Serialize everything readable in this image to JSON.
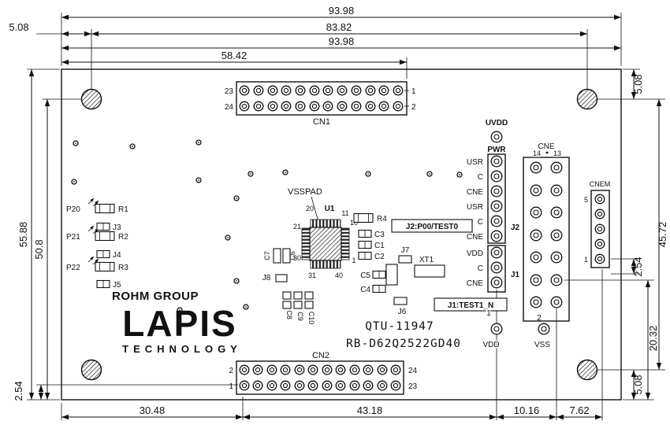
{
  "dims": {
    "top_width_a": "93.98",
    "top_left_offset": "5.08",
    "top_hole_span": "83.82",
    "top_width_b": "93.98",
    "top_cn1_span": "58.42",
    "left_height": "55.88",
    "left_hole_span": "50.8",
    "left_pitch": "2.54",
    "right_top_offset": "5.08",
    "right_hole_span": "45.72",
    "right_pitch": "2.54",
    "right_lower_span": "20.32",
    "right_bottom_offset": "5.08",
    "bottom_span_1": "30.48",
    "bottom_span_2": "43.18",
    "bottom_span_3": "10.16",
    "bottom_span_4": "7.62"
  },
  "cn1": {
    "label": "CN1",
    "pin_tl": "23",
    "pin_bl": "24",
    "pin_tr": "1",
    "pin_br": "2"
  },
  "cn2": {
    "label": "CN2",
    "pin_tl": "2",
    "pin_bl": "1",
    "pin_tr": "24",
    "pin_br": "23"
  },
  "cne": {
    "label": "CNE",
    "pin_left": "14",
    "pin_right": "13"
  },
  "cnem": {
    "label": "CNEM",
    "pin_top": "5",
    "pin_bottom": "1"
  },
  "u1": {
    "ref": "U1",
    "pad_label": "VSSPAD",
    "pin20": "20",
    "pin21": "21",
    "pin11": "11",
    "pin10": "10",
    "pin30": "30",
    "pin31": "31",
    "pin40": "40",
    "pin1": "1"
  },
  "j2": {
    "ref": "J2",
    "note": "J2:P00/TEST0",
    "pins": [
      "USR",
      "C",
      "CNE",
      "USR",
      "C",
      "CNE"
    ]
  },
  "j1": {
    "ref": "J1",
    "note": "J1:TEST1_N",
    "pins": [
      "VDD",
      "C",
      "CNE"
    ]
  },
  "power": {
    "uvdd": "UVDD",
    "pwr": "PWR",
    "vdd": "VDD",
    "vss": "VSS",
    "vdd_pin": "1",
    "vss_pin": "2"
  },
  "testpoints": {
    "p20": "P20",
    "p21": "P21",
    "p22": "P22"
  },
  "resistors": {
    "r1": "R1",
    "r2": "R2",
    "r3": "R3",
    "r4": "R4"
  },
  "jumpers": {
    "j3": "J3",
    "j4": "J4",
    "j5": "J5",
    "j6": "J6",
    "j7": "J7",
    "j8": "J8"
  },
  "capacitors": {
    "c1": "C1",
    "c2": "C2",
    "c3": "C3",
    "c4": "C4",
    "c5": "C5",
    "c6": "C6",
    "c7": "C7",
    "c8": "C8",
    "c9": "C9",
    "c10": "C10"
  },
  "crystal": {
    "xt1": "XT1"
  },
  "branding": {
    "group": "ROHM GROUP",
    "logo": "LAPIS",
    "sub": "TECHNOLOGY",
    "model": "QTU-11947",
    "part_number": "RB-D62Q2522GD40"
  }
}
